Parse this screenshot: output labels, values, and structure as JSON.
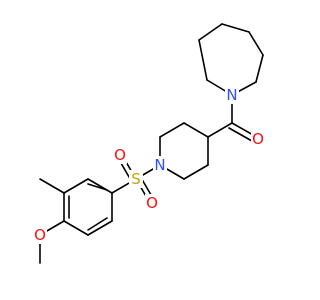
{
  "molecule": {
    "atom_labels": {
      "n_azepane": "N",
      "o_carbonyl": "O",
      "n_piperidine": "N",
      "s_sulfonyl": "S",
      "o_sulfonyl_top": "O",
      "o_sulfonyl_bottom": "O",
      "o_methoxy": "O"
    },
    "colors": {
      "nitrogen": "#3050F8",
      "oxygen": "#FF0D0D",
      "sulfur": "#C8A400",
      "bond": "#000000",
      "background": "#ffffff"
    }
  }
}
